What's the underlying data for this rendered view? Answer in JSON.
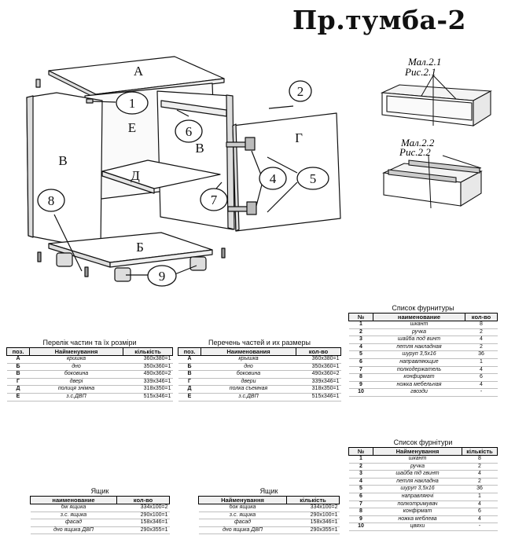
{
  "title": "Пр.тумба-2",
  "drawing": {
    "panel_letters": {
      "a": "А",
      "e": "Е",
      "v_left": "В",
      "v_right": "В",
      "d": "Д",
      "b": "Б",
      "g": "Г"
    },
    "callouts": [
      "1",
      "2",
      "6",
      "4",
      "5",
      "7",
      "8",
      "9"
    ],
    "fig1": {
      "label_a": "Мал.2.1",
      "label_b": "Рис.2.1"
    },
    "fig2": {
      "label_a": "Мал.2.2",
      "label_b": "Рис.2.2"
    }
  },
  "parts_ua": {
    "caption": "Перелік частин та їх розміри",
    "headers": [
      "поз.",
      "Найменування",
      "кількість"
    ],
    "rows": [
      {
        "pos": "А",
        "name": "кришка",
        "val": "360x380=1"
      },
      {
        "pos": "Б",
        "name": "дно",
        "val": "350x360=1"
      },
      {
        "pos": "В",
        "name": "бокoвина",
        "val": "490x360=2"
      },
      {
        "pos": "Г",
        "name": "двері",
        "val": "339x346=1"
      },
      {
        "pos": "Д",
        "name": "полиця знімна",
        "val": "318x350=1"
      },
      {
        "pos": "Е",
        "name": "з.с.ДВП",
        "val": "515x346=1"
      }
    ]
  },
  "parts_ru": {
    "caption": "Перечень частей и их размеры",
    "headers": [
      "поз.",
      "Наименования",
      "кол-во"
    ],
    "rows": [
      {
        "pos": "А",
        "name": "крышка",
        "val": "360x380=1"
      },
      {
        "pos": "Б",
        "name": "дно",
        "val": "350x360=1"
      },
      {
        "pos": "В",
        "name": "боковина",
        "val": "490x360=2"
      },
      {
        "pos": "Г",
        "name": "двери",
        "val": "339x346=1"
      },
      {
        "pos": "Д",
        "name": "полка съемная",
        "val": "318x350=1"
      },
      {
        "pos": "Е",
        "name": "з.с.ДВП",
        "val": "515x346=1"
      }
    ]
  },
  "hardware_ru": {
    "caption": "Список фурнитуры",
    "headers": [
      "№",
      "наименование",
      "кол-во"
    ],
    "rows": [
      {
        "n": "1",
        "name": "шкант",
        "qty": "8"
      },
      {
        "n": "2",
        "name": "ручка",
        "qty": "2"
      },
      {
        "n": "3",
        "name": "шайба под винт",
        "qty": "4"
      },
      {
        "n": "4",
        "name": "петля накладная",
        "qty": "2"
      },
      {
        "n": "5",
        "name": "шуруп 3,5x16",
        "qty": "36"
      },
      {
        "n": "6",
        "name": "направляющие",
        "qty": "1"
      },
      {
        "n": "7",
        "name": "полкодержатель",
        "qty": "4"
      },
      {
        "n": "8",
        "name": "конфирмат",
        "qty": "6"
      },
      {
        "n": "9",
        "name": "ножка мебельная",
        "qty": "4"
      },
      {
        "n": "10",
        "name": "гвозди",
        "qty": "-"
      }
    ]
  },
  "hardware_ua": {
    "caption": "Список фурнітури",
    "headers": [
      "№",
      "Найменування",
      "кількість"
    ],
    "rows": [
      {
        "n": "1",
        "name": "шкант",
        "qty": "8"
      },
      {
        "n": "2",
        "name": "ручка",
        "qty": "2"
      },
      {
        "n": "3",
        "name": "шайба під гвинт",
        "qty": "4"
      },
      {
        "n": "4",
        "name": "петля накладна",
        "qty": "2"
      },
      {
        "n": "5",
        "name": "шуруп 3,5x16",
        "qty": "36"
      },
      {
        "n": "6",
        "name": "направляючі",
        "qty": "1"
      },
      {
        "n": "7",
        "name": "полкотримувач",
        "qty": "4"
      },
      {
        "n": "8",
        "name": "конфірмат",
        "qty": "6"
      },
      {
        "n": "9",
        "name": "ножка меблева",
        "qty": "4"
      },
      {
        "n": "10",
        "name": "цвяхи",
        "qty": "-"
      }
    ]
  },
  "drawer_ru": {
    "caption": "Ящик",
    "headers": [
      "наименование",
      "кол-во"
    ],
    "rows": [
      {
        "name": "бік ящика",
        "val": "334x100=2"
      },
      {
        "name": "з.с. ящика",
        "val": "290x100=1"
      },
      {
        "name": "фасад",
        "val": "158x346=1"
      },
      {
        "name": "дно ящика ДВП",
        "val": "290x355=1"
      }
    ]
  },
  "drawer_ua": {
    "caption": "Ящик",
    "headers": [
      "Найменування",
      "кількість"
    ],
    "rows": [
      {
        "name": "бок ящика",
        "val": "334x100=2"
      },
      {
        "name": "з.с. ящика",
        "val": "290x100=1"
      },
      {
        "name": "фасад",
        "val": "158x346=1"
      },
      {
        "name": "дно ящика ДВП",
        "val": "290x355=1"
      }
    ]
  }
}
